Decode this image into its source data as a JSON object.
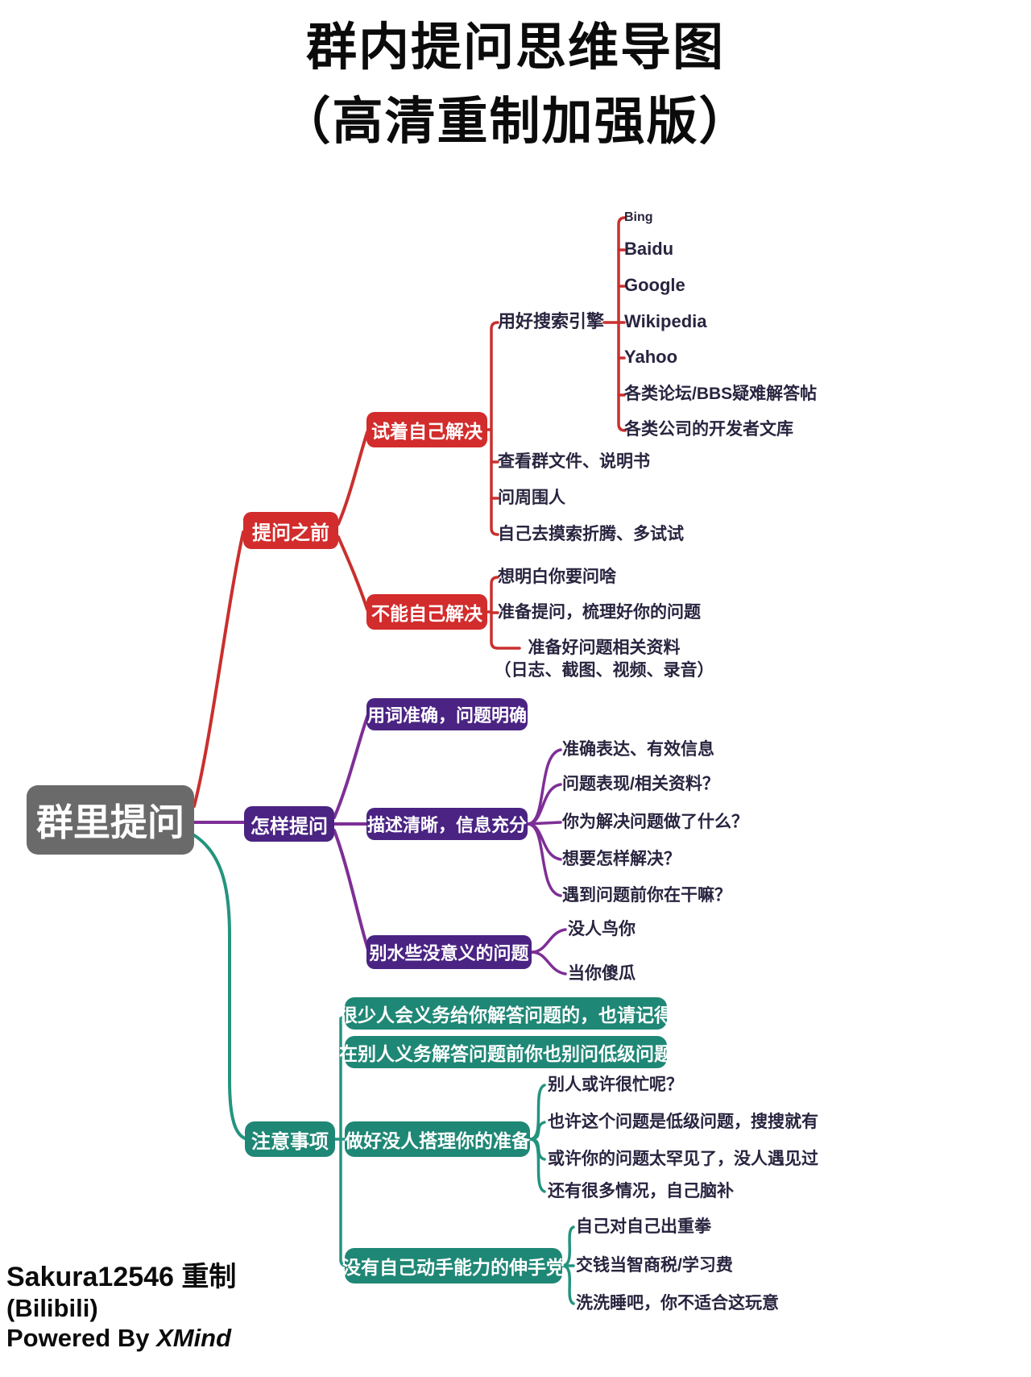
{
  "title": {
    "line1": "群内提问思维导图",
    "line2": "（高清重制加强版）"
  },
  "root_label": "群里提问",
  "colors": {
    "red": "#d22c2c",
    "red_line": "#c9302e",
    "purple_box": "#4a2383",
    "purple_line": "#7e2f96",
    "teal_box": "#1f8775",
    "teal_line": "#23947e",
    "root_gray": "#6a6a6a",
    "text_dark": "#29243f"
  },
  "before": {
    "label": "提问之前",
    "try_self": {
      "label": "试着自己解决",
      "search": {
        "label": "用好搜索引擎",
        "engines": [
          "Bing",
          "Baidu",
          "Google",
          "Wikipedia",
          "Yahoo",
          "各类论坛/BBS疑难解答帖",
          "各类公司的开发者文库"
        ]
      },
      "items": [
        "查看群文件、说明书",
        "问周围人",
        "自己去摸索折腾、多试试"
      ]
    },
    "cant_self": {
      "label": "不能自己解决",
      "items": [
        "想明白你要问啥",
        "准备提问，梳理好你的问题"
      ],
      "materials": {
        "line1": "准备好问题相关资料",
        "line2": "（日志、截图、视频、录音）"
      }
    }
  },
  "how": {
    "label": "怎样提问",
    "accurate_label": "用词准确，问题明确",
    "describe": {
      "label": "描述清晰，信息充分",
      "items": [
        "准确表达、有效信息",
        "问题表现/相关资料？",
        "你为解决问题做了什么？",
        "想要怎样解决？",
        "遇到问题前你在干嘛？"
      ]
    },
    "no_spam": {
      "label": "别水些没意义的问题",
      "items": [
        "没人鸟你",
        "当你傻瓜"
      ]
    }
  },
  "notes": {
    "label": "注意事项",
    "box1": "很少人会义务给你解答问题的，也请记得",
    "box2": "在别人义务解答问题前你也别问低级问题",
    "prepare": {
      "label": "做好没人搭理你的准备",
      "items": [
        "别人或许很忙呢？",
        "也许这个问题是低级问题，搜搜就有",
        "或许你的问题太罕见了，没人遇见过",
        "还有很多情况，自己脑补"
      ]
    },
    "diy": {
      "label": "没有自己动手能力的伸手党",
      "items": [
        "自己对自己出重拳",
        "交钱当智商税/学习费",
        "洗洗睡吧，你不适合这玩意"
      ]
    }
  },
  "footer": {
    "line1": "Sakura12546 重制",
    "line2": "(Bilibili)",
    "line3_prefix": "Powered By ",
    "line3_brand": "XMind"
  }
}
